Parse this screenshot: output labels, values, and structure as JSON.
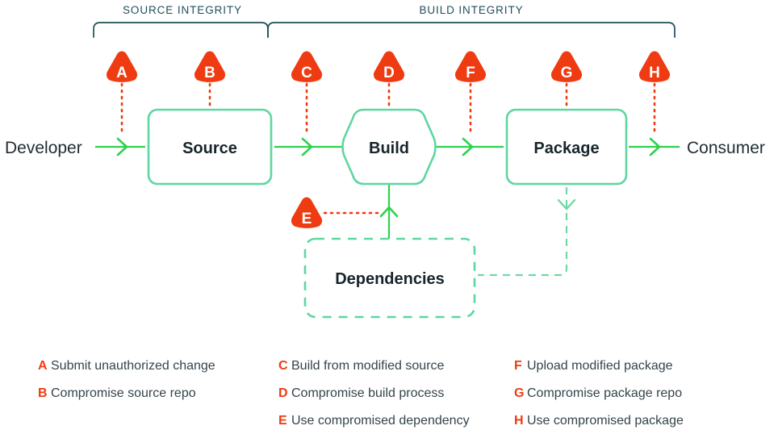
{
  "palette": {
    "threat_red": "#ef3b11",
    "flow_green": "#2fd14f",
    "node_green": "#5fd6a0",
    "bracket_teal": "#1f4f59",
    "text_dark": "#1f2d33",
    "legend_text": "#34444b",
    "background": "#ffffff"
  },
  "brackets": [
    {
      "id": "source-integrity",
      "label": "SOURCE INTEGRITY"
    },
    {
      "id": "build-integrity",
      "label": "BUILD INTEGRITY"
    }
  ],
  "endpoints": {
    "left": "Developer",
    "right": "Consumer"
  },
  "nodes": [
    {
      "id": "source",
      "label": "Source",
      "shape": "rounded-rect"
    },
    {
      "id": "build",
      "label": "Build",
      "shape": "hexagon"
    },
    {
      "id": "package",
      "label": "Package",
      "shape": "rounded-rect"
    },
    {
      "id": "dependencies",
      "label": "Dependencies",
      "shape": "dashed-rounded-rect"
    }
  ],
  "threat_markers": [
    {
      "id": "A",
      "letter": "A"
    },
    {
      "id": "B",
      "letter": "B"
    },
    {
      "id": "C",
      "letter": "C"
    },
    {
      "id": "D",
      "letter": "D"
    },
    {
      "id": "E",
      "letter": "E"
    },
    {
      "id": "F",
      "letter": "F"
    },
    {
      "id": "G",
      "letter": "G"
    },
    {
      "id": "H",
      "letter": "H"
    }
  ],
  "legend": {
    "columns": [
      {
        "id": "legend-column-1",
        "items": [
          {
            "letter": "A",
            "text": "Submit unauthorized change"
          },
          {
            "letter": "B",
            "text": "Compromise source repo"
          }
        ]
      },
      {
        "id": "legend-column-2",
        "items": [
          {
            "letter": "C",
            "text": "Build from modified source"
          },
          {
            "letter": "D",
            "text": "Compromise build process"
          },
          {
            "letter": "E",
            "text": "Use compromised dependency"
          }
        ]
      },
      {
        "id": "legend-column-3",
        "items": [
          {
            "letter": "F",
            "text": "Upload modified package"
          },
          {
            "letter": "G",
            "text": "Compromise package repo"
          },
          {
            "letter": "H",
            "text": "Use compromised package"
          }
        ]
      }
    ]
  }
}
